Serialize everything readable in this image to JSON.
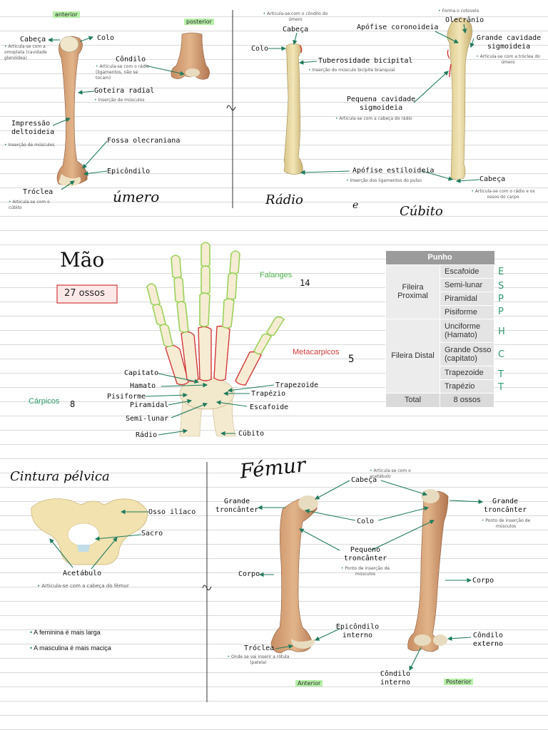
{
  "humerus": {
    "tag_anterior": "anterior",
    "tag_posterior": "posterior",
    "title": "úmero",
    "labels": {
      "cabeca": "Cabeça",
      "cabeca_note": "Articula-se com a omoplata (cavidade glenóidea)",
      "colo": "Colo",
      "condilo": "Côndilo",
      "condilo_note": "Articula-se com o rádio (ligamentos, não se tocam)",
      "goteira": "Goteira radial",
      "goteira_note": "Inserção de músculos",
      "impressao": "Impressão deltoideia",
      "impressao_note": "Inserção de músculos",
      "fossa": "Fossa olecraniana",
      "epicondilo": "Epicôndilo",
      "troclea": "Tróclea",
      "troclea_note": "Articula-se com o cúbito"
    }
  },
  "radius_ulna": {
    "title_radio": "Rádio",
    "title_e": "e",
    "title_cubito": "Cúbito",
    "labels": {
      "cabeca_top_note": "Articula-se com o côndilo do úmero",
      "cabeca": "Cabeça",
      "colo": "Colo",
      "tuberosidade": "Tuberosidade bicipital",
      "tuberosidade_note": "Inserção do músculo bicípite branquial",
      "apofise_coron": "Apófise coronoideia",
      "olecranio_note": "Forma o cotovelo",
      "olecranio": "Olecrânio",
      "grande_cav": "Grande cavidade sigmoideia",
      "grande_cav_note": "Articula-se com a tróclea do úmero",
      "pequena_cav": "Pequena cavidade sigmoideia",
      "pequena_cav_note": "Articula-se com a cabeça do rádio",
      "apofise_estil": "Apófise estiloideia",
      "apofise_estil_note": "Inserção dos ligamentos do pulso",
      "cabeca_bottom": "Cabeça",
      "cabeca_bottom_note": "Articula-se com o rádio e os ossos do carpo"
    }
  },
  "hand": {
    "title": "Mão",
    "bones_box": "27 ossos",
    "falanges": "Falanges",
    "falanges_count": "14",
    "metacarpicos": "Metacarpicos",
    "metacarpicos_count": "5",
    "carpicos": "Cárpicos",
    "carpicos_count": "8",
    "labels": {
      "capitato": "Capitato",
      "hamato": "Hamato",
      "pisiforme": "Pisiforme",
      "piramidal": "Piramidal",
      "semilunar": "Semi-lunar",
      "radio": "Rádio",
      "trapezoide": "Trapezoide",
      "trapezio": "Trapézio",
      "escafoide": "Escafoide",
      "cubito": "Cúbito"
    }
  },
  "punho_table": {
    "header": "Punho",
    "rows": [
      {
        "group": "Fileira Proximal",
        "bones": [
          "Escafoide",
          "Semi-lunar",
          "Piramidal",
          "Pisiforme"
        ]
      },
      {
        "group": "Fileira Distal",
        "bones": [
          "Unciforme (Hamato)",
          "Grande Osso (capitato)",
          "Trapezoide",
          "Trapézio"
        ]
      }
    ],
    "total_label": "Total",
    "total_value": "8 ossos",
    "mnemonic": [
      "E",
      "S",
      "P",
      "P",
      "H",
      "C",
      "T",
      "T"
    ]
  },
  "pelvis": {
    "title": "Cintura pélvica",
    "osso_iliaco": "Osso ilíaco",
    "sacro": "Sacro",
    "acetabulo": "Acetábulo",
    "acetabulo_note": "Articula-se com a cabeça do fémur",
    "fact1": "A feminina é mais larga",
    "fact2": "A masculina é mais maciça"
  },
  "femur": {
    "title": "Fémur",
    "cabeca_note": "Articula-se com o acetábulo",
    "cabeca": "Cabeça",
    "grande_tronc_left": "Grande troncânter",
    "grande_tronc_right": "Grande troncânter",
    "grande_tronc_note": "Ponto de inserção de músculos",
    "colo": "Colo",
    "pequeno_tronc": "Pequeno troncânter",
    "pequeno_tronc_note": "Ponto de inserção de músculos",
    "corpo_left": "Corpo",
    "corpo_right": "Corpo",
    "epicondilo": "Epicôndilo interno",
    "troclea": "Tróclea",
    "troclea_note": "Onde se vai inserir a rótula (patela)",
    "condilo_ext": "Côndilo externo",
    "condilo_int": "Côndilo interno",
    "tag_anterior": "Anterior",
    "tag_posterior": "Posterior"
  },
  "colors": {
    "bone_light": "#e9d6a6",
    "bone_dark": "#c99a6a",
    "arrow": "#1f7a5c",
    "highlight_green": "#b6f0a8",
    "red": "#d23a3a",
    "lime": "#9ad15a"
  }
}
